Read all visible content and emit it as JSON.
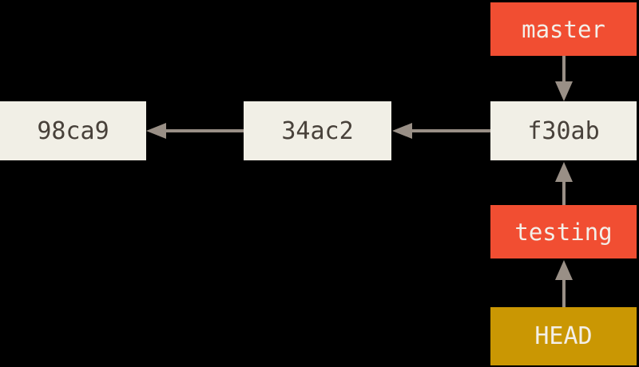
{
  "diagram": {
    "type": "git-branch-pointer-diagram",
    "commits": [
      {
        "id": "98ca9"
      },
      {
        "id": "34ac2"
      },
      {
        "id": "f30ab"
      }
    ],
    "branches": [
      {
        "name": "master",
        "points_to": "f30ab"
      },
      {
        "name": "testing",
        "points_to": "f30ab"
      }
    ],
    "head": {
      "label": "HEAD",
      "points_to": "testing"
    },
    "colors": {
      "background": "#000000",
      "commit_box": "#f1efe6",
      "branch_box": "#f14e32",
      "head_box": "#ca9703",
      "arrow": "#998f86",
      "commit_text": "#48413a",
      "label_text": "#f3efe9"
    }
  }
}
